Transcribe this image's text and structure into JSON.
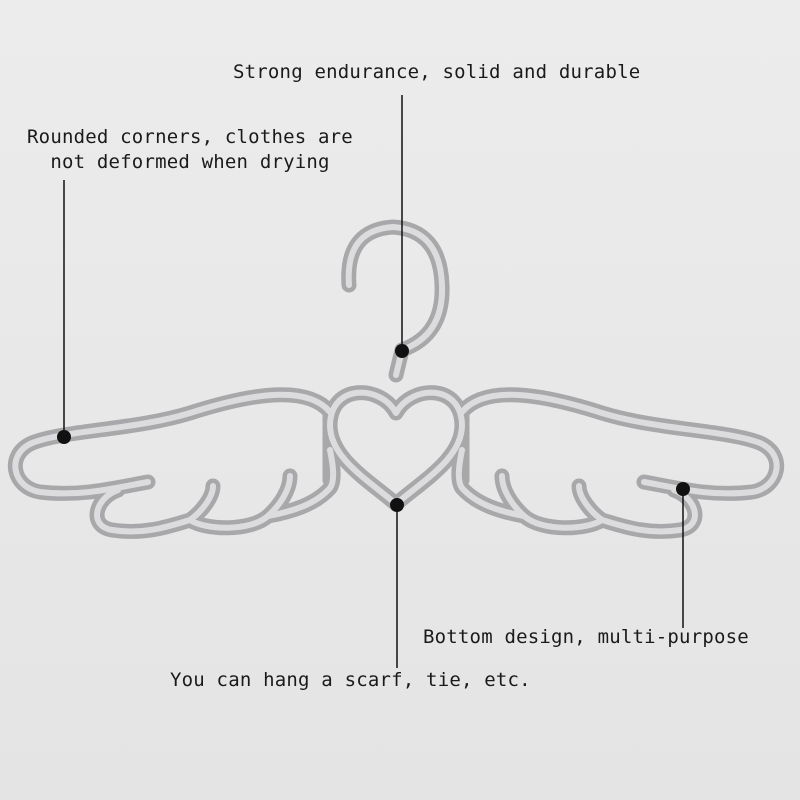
{
  "callouts": {
    "top": "Strong endurance, solid and durable",
    "left_line1": "Rounded corners, clothes are",
    "left_line2": "not deformed when drying",
    "right": "Bottom design, multi-purpose",
    "bottom": "You can hang a scarf, tie, etc."
  },
  "colors": {
    "background": "#eaeaea",
    "hanger": "#a8a8aa",
    "hanger_fill": "#e2e2e3",
    "pointer": "#111111"
  },
  "product": {
    "subject": "angel-wing-heart-hanger-icon"
  }
}
